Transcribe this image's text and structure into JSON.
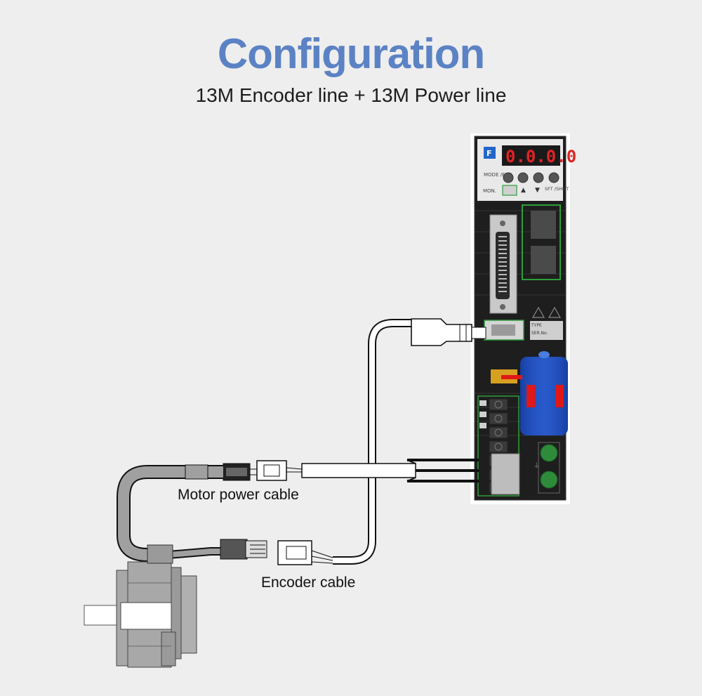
{
  "header": {
    "title": "Configuration",
    "subtitle": "13M Encoder line + 13M Power line"
  },
  "labels": {
    "motor_power_cable": "Motor power cable",
    "encoder_cable": "Encoder cable"
  },
  "drive_panel": {
    "display": "0.0.0.0",
    "logo": "F",
    "mode_key": "MODE\n/ESC",
    "mon_label": "MON.",
    "sft_key": "SFT\n/SHIFT",
    "type_label": "TYPE",
    "ser_label": "SER.No."
  },
  "colors": {
    "title": "#5b82c4",
    "drive_body": "#1f1f1f",
    "capacitor": "#1f4fc2",
    "connector_green": "#2e9e3a",
    "background": "#eeeeee"
  }
}
